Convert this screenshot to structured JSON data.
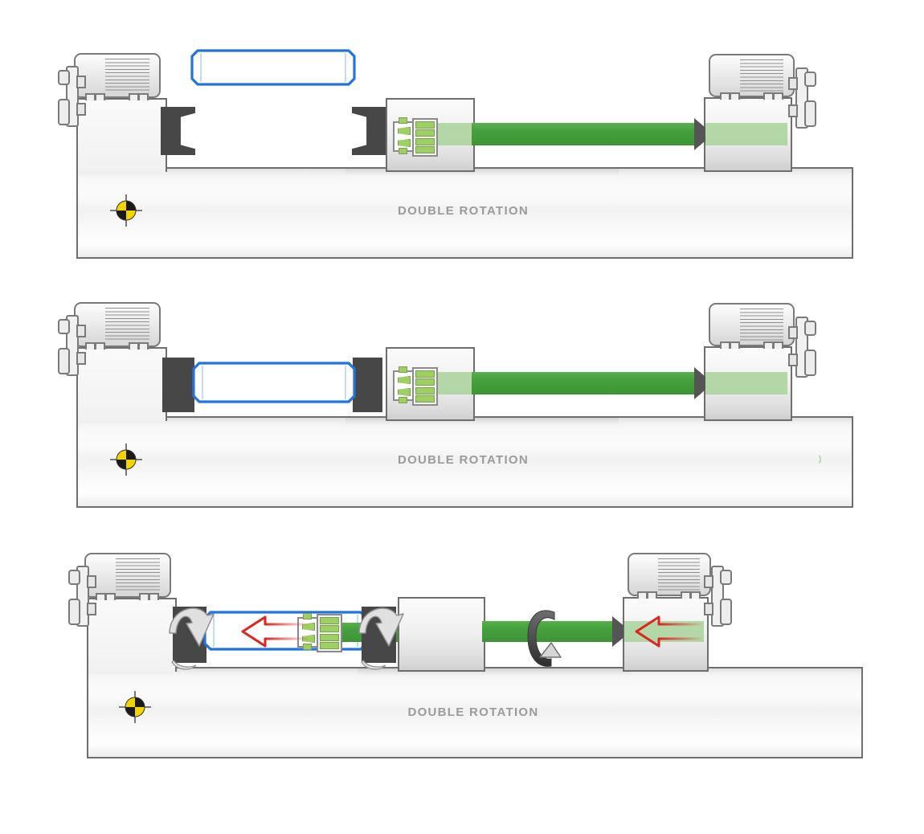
{
  "diagram": {
    "name": "double-rotation-machine-sequence",
    "panels": [
      {
        "name": "step-1-workpiece-above-open-chucks",
        "label": "DOUBLE ROTATION"
      },
      {
        "name": "step-2-workpiece-clamped",
        "label": "DOUBLE ROTATION"
      },
      {
        "name": "step-3-double-rotation-and-feed",
        "label": "DOUBLE ROTATION"
      }
    ],
    "colors": {
      "outline": "#6e6e6e",
      "jaw": "#474747",
      "green": "#46a03e",
      "green-light": "#a9d29a",
      "tool-green": "#9ecf63",
      "blue": "#2173df",
      "red": "#dd2420",
      "yellow": "#f2d500",
      "label-gray": "#9b9b9b"
    }
  }
}
